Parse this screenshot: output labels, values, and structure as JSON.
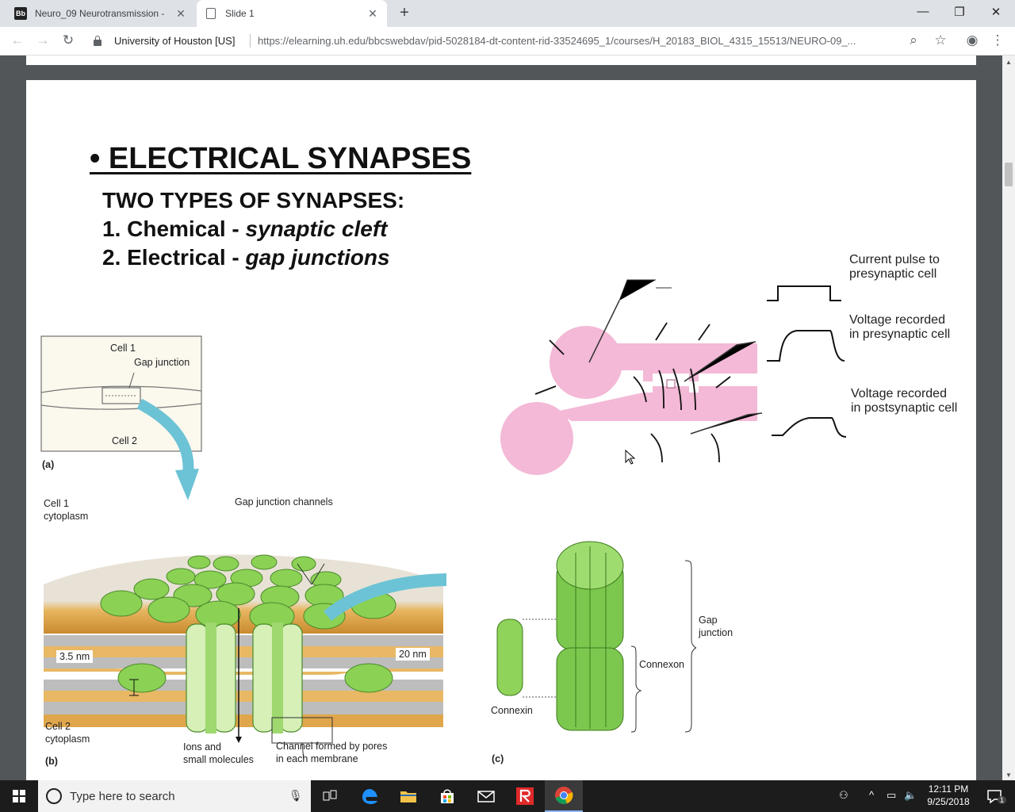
{
  "browser": {
    "tabs": [
      {
        "label": "Neuro_09 Neurotransmission - ",
        "favicon": "Bb",
        "active": false
      },
      {
        "label": "Slide 1",
        "active": true
      }
    ],
    "site_identity": "University of Houston [US]",
    "url": "https://elearning.uh.edu/bbcswebdav/pid-5028184-dt-content-rid-33524695_1/courses/H_20183_BIOL_4315_15513/NEURO-09_..."
  },
  "slide": {
    "title": "• ELECTRICAL SYNAPSES",
    "subtitle": "TWO TYPES OF SYNAPSES:",
    "item1_prefix": "1. Chemical - ",
    "item1_em": "synaptic cleft",
    "item2_prefix": "2. Electrical - ",
    "item2_em": "gap junctions"
  },
  "figure_a": {
    "cell1": "Cell 1",
    "gap_junction": "Gap junction",
    "cell2": "Cell 2",
    "panel": "(a)"
  },
  "figure_b": {
    "cell1_cytoplasm_line1": "Cell 1",
    "cell1_cytoplasm_line2": "cytoplasm",
    "gap_junction_channels": "Gap junction channels",
    "dim_35": "3.5 nm",
    "dim_20": "20 nm",
    "cell2_cytoplasm_line1": "Cell 2",
    "cell2_cytoplasm_line2": "cytoplasm",
    "ions_line1": "Ions and",
    "ions_line2": "small molecules",
    "channel_line1": "Channel formed by pores",
    "channel_line2": "in each membrane",
    "panel": "(b)"
  },
  "figure_c": {
    "gap_line1": "Gap",
    "gap_line2": "junction",
    "connexon": "Connexon",
    "connexin": "Connexin",
    "panel": "(c)"
  },
  "recording": {
    "trace1_line1": "Current pulse to",
    "trace1_line2": "presynaptic cell",
    "trace2_line1": "Voltage recorded",
    "trace2_line2": "in presynaptic cell",
    "trace3_line1": "Voltage recorded",
    "trace3_line2": "in postsynaptic cell"
  },
  "taskbar": {
    "search_placeholder": "Type here to search",
    "time": "12:11 PM",
    "date": "9/25/2018",
    "notification_count": "1"
  },
  "colors": {
    "cell_pink": "#f3b9d6",
    "channel_green": "#7cc84e",
    "arrow_teal": "#6cc3d5",
    "membrane_orange": "#d89a3a"
  }
}
